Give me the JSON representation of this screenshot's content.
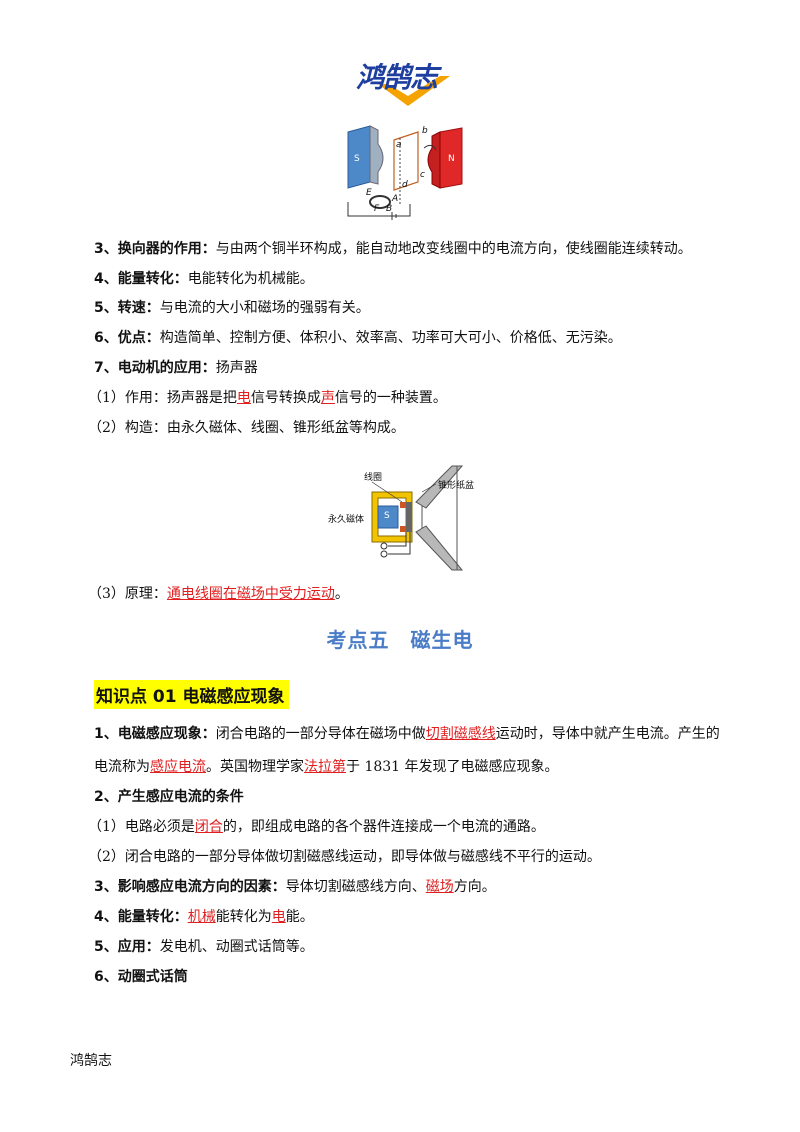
{
  "logo": {
    "text": "鸿鹄志"
  },
  "motor_figure": {
    "pole_s": "S",
    "pole_n": "N",
    "labels": [
      "a",
      "b",
      "c",
      "d",
      "A",
      "B",
      "E",
      "F"
    ]
  },
  "lines": {
    "l3": {
      "head": "3、换向器的作用：",
      "body": "与由两个铜半环构成，能自动地改变线圈中的电流方向，使线圈能连续转动。"
    },
    "l4": {
      "head": "4、能量转化：",
      "body": "电能转化为机械能。"
    },
    "l5": {
      "head": "5、转速：",
      "body": "与电流的大小和磁场的强弱有关。"
    },
    "l6": {
      "head": "6、优点：",
      "body": "构造简单、控制方便、体积小、效率高、功率可大可小、价格低、无污染。"
    },
    "l7": {
      "head": "7、电动机的应用：",
      "body": "扬声器"
    },
    "s1": {
      "a": "（1）作用：扬声器是把",
      "r1": "电",
      "b": "信号转换成",
      "r2": "声",
      "c": "信号的一种装置。"
    },
    "s2": {
      "text": "（2）构造：由永久磁体、线圈、锥形纸盆等构成。"
    },
    "s3": {
      "a": "（3）原理：",
      "r1": "通电线圈在磁场中受力运动",
      "b": "。"
    }
  },
  "speaker_figure": {
    "coil_label": "线圈",
    "cone_label": "锥形纸盆",
    "magnet_label": "永久磁体",
    "pole": "S"
  },
  "section_title": "考点五　磁生电",
  "knowledge_point": "知识点 01  电磁感应现象",
  "kp_lines": {
    "k1": {
      "head": "1、电磁感应现象：",
      "a": "闭合电路的一部分导体在磁场中做",
      "r1": "切割磁感线",
      "b": "运动时，导体中就产生电流。产生的"
    },
    "k1b": {
      "a": "电流称为",
      "r1": "感应电流",
      "b": "。英国物理学家",
      "r2": "法拉第",
      "c": "于 1831 年发现了电磁感应现象。"
    },
    "k2": {
      "head": "2、产生感应电流的条件"
    },
    "k2a": {
      "a": "（1）电路必须是",
      "r1": "闭合",
      "b": "的，即组成电路的各个器件连接成一个电流的通路。"
    },
    "k2b": {
      "text": "（2）闭合电路的一部分导体做切割磁感线运动，即导体做与磁感线不平行的运动。"
    },
    "k3": {
      "head": "3、影响感应电流方向的因素：",
      "a": "导体切割磁感线方向、",
      "r1": "磁场",
      "b": "方向。"
    },
    "k4": {
      "head": "4、能量转化：",
      "r1": "机械",
      "a": "能转化为",
      "r2": "电",
      "b": "能。"
    },
    "k5": {
      "head": "5、应用：",
      "body": "发电机、动圈式话筒等。"
    },
    "k6": {
      "head": "6、动圈式话筒"
    }
  },
  "footer": "鸿鹄志",
  "colors": {
    "red": "#e02020",
    "blue_title": "#4a7cc7",
    "highlight": "#ffff00",
    "logo_blue": "#1f3fa0",
    "logo_orange": "#f4a300"
  }
}
